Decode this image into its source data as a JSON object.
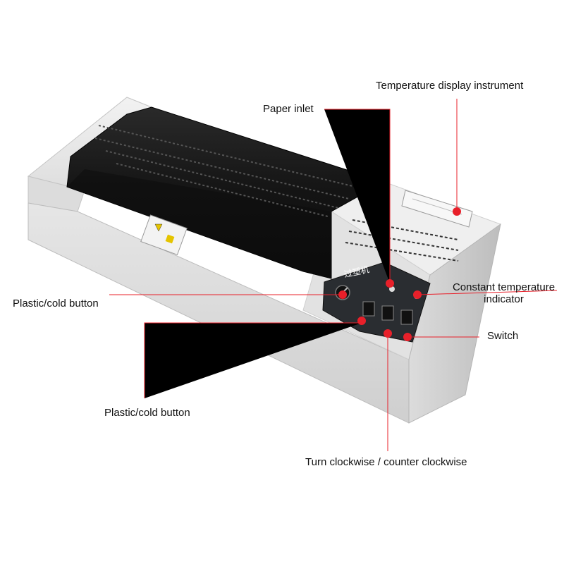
{
  "callouts": {
    "temperature_display": "Temperature display instrument",
    "paper_inlet": "Paper inlet",
    "constant_temperature_line1": "Constant temperature",
    "constant_temperature_line2": "indicator",
    "plastic_cold_button_1": "Plastic/cold button",
    "switch": "Switch",
    "plastic_cold_button_2": "Plastic/cold button",
    "rotation": "Turn clockwise / counter clockwise"
  },
  "panel_text": {
    "title": "过塑机"
  },
  "colors": {
    "callout_line": "#e8202a",
    "callout_dot": "#e8202a",
    "body_light": "#e9e9e9",
    "lid_dark": "#1c1c1c",
    "panel_dark": "#2a2d31"
  }
}
